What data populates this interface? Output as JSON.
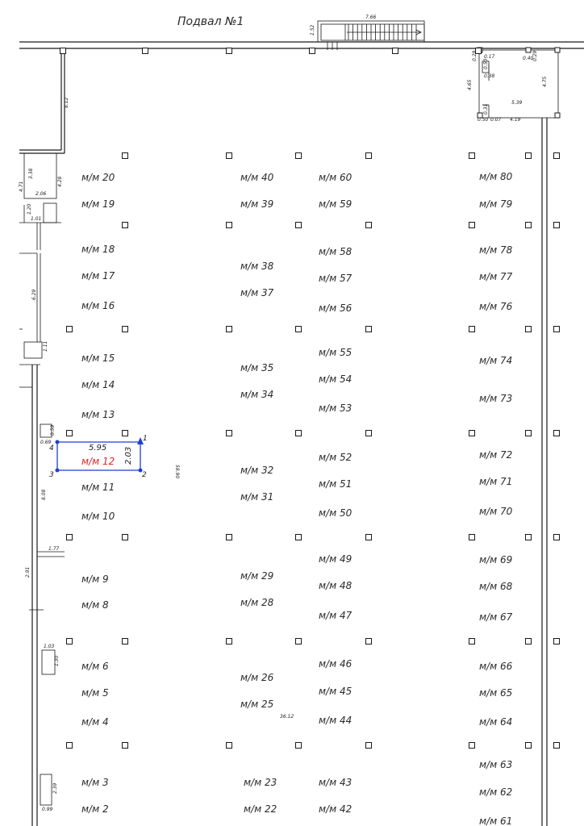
{
  "title": "Подвал №1",
  "spots": [
    {
      "id": "mm-20",
      "label": "м/м 20"
    },
    {
      "id": "mm-19",
      "label": "м/м 19"
    },
    {
      "id": "mm-18",
      "label": "м/м 18"
    },
    {
      "id": "mm-17",
      "label": "м/м 17"
    },
    {
      "id": "mm-16",
      "label": "м/м 16"
    },
    {
      "id": "mm-15",
      "label": "м/м 15"
    },
    {
      "id": "mm-14",
      "label": "м/м 14"
    },
    {
      "id": "mm-13",
      "label": "м/м 13"
    },
    {
      "id": "mm-12",
      "label": "м/м 12"
    },
    {
      "id": "mm-11",
      "label": "м/м 11"
    },
    {
      "id": "mm-10",
      "label": "м/м 10"
    },
    {
      "id": "mm-9",
      "label": "м/м 9"
    },
    {
      "id": "mm-8",
      "label": "м/м 8"
    },
    {
      "id": "mm-6",
      "label": "м/м 6"
    },
    {
      "id": "mm-5",
      "label": "м/м 5"
    },
    {
      "id": "mm-4",
      "label": "м/м 4"
    },
    {
      "id": "mm-3",
      "label": "м/м 3"
    },
    {
      "id": "mm-2",
      "label": "м/м 2"
    },
    {
      "id": "mm-40",
      "label": "м/м 40"
    },
    {
      "id": "mm-39",
      "label": "м/м 39"
    },
    {
      "id": "mm-38",
      "label": "м/м 38"
    },
    {
      "id": "mm-37",
      "label": "м/м 37"
    },
    {
      "id": "mm-35",
      "label": "м/м 35"
    },
    {
      "id": "mm-34",
      "label": "м/м 34"
    },
    {
      "id": "mm-32",
      "label": "м/м 32"
    },
    {
      "id": "mm-31",
      "label": "м/м 31"
    },
    {
      "id": "mm-29",
      "label": "м/м 29"
    },
    {
      "id": "mm-28",
      "label": "м/м 28"
    },
    {
      "id": "mm-26",
      "label": "м/м 26"
    },
    {
      "id": "mm-25",
      "label": "м/м 25"
    },
    {
      "id": "mm-23",
      "label": "м/м 23"
    },
    {
      "id": "mm-22",
      "label": "м/м 22"
    },
    {
      "id": "mm-60",
      "label": "м/м 60"
    },
    {
      "id": "mm-59",
      "label": "м/м 59"
    },
    {
      "id": "mm-58",
      "label": "м/м 58"
    },
    {
      "id": "mm-57",
      "label": "м/м 57"
    },
    {
      "id": "mm-56",
      "label": "м/м 56"
    },
    {
      "id": "mm-55",
      "label": "м/м 55"
    },
    {
      "id": "mm-54",
      "label": "м/м 54"
    },
    {
      "id": "mm-53",
      "label": "м/м 53"
    },
    {
      "id": "mm-52",
      "label": "м/м 52"
    },
    {
      "id": "mm-51",
      "label": "м/м 51"
    },
    {
      "id": "mm-50",
      "label": "м/м 50"
    },
    {
      "id": "mm-49",
      "label": "м/м 49"
    },
    {
      "id": "mm-48",
      "label": "м/м 48"
    },
    {
      "id": "mm-47",
      "label": "м/м 47"
    },
    {
      "id": "mm-46",
      "label": "м/м 46"
    },
    {
      "id": "mm-45",
      "label": "м/м 45"
    },
    {
      "id": "mm-44",
      "label": "м/м 44"
    },
    {
      "id": "mm-43",
      "label": "м/м 43"
    },
    {
      "id": "mm-42",
      "label": "м/м 42"
    },
    {
      "id": "mm-80",
      "label": "м/м 80"
    },
    {
      "id": "mm-79",
      "label": "м/м 79"
    },
    {
      "id": "mm-78",
      "label": "м/м 78"
    },
    {
      "id": "mm-77",
      "label": "м/м 77"
    },
    {
      "id": "mm-76",
      "label": "м/м 76"
    },
    {
      "id": "mm-74",
      "label": "м/м 74"
    },
    {
      "id": "mm-73",
      "label": "м/м 73"
    },
    {
      "id": "mm-72",
      "label": "м/м 72"
    },
    {
      "id": "mm-71",
      "label": "м/м 71"
    },
    {
      "id": "mm-70",
      "label": "м/м 70"
    },
    {
      "id": "mm-69",
      "label": "м/м 69"
    },
    {
      "id": "mm-68",
      "label": "м/м 68"
    },
    {
      "id": "mm-67",
      "label": "м/м 67"
    },
    {
      "id": "mm-66",
      "label": "м/м 66"
    },
    {
      "id": "mm-65",
      "label": "м/м 65"
    },
    {
      "id": "mm-64",
      "label": "м/м 64"
    },
    {
      "id": "mm-63",
      "label": "м/м 63"
    },
    {
      "id": "mm-62",
      "label": "м/м 62"
    },
    {
      "id": "mm-61",
      "label": "м/м 61"
    }
  ],
  "selected_spot": {
    "label": "м/м 12",
    "length": "5.95",
    "width": "2.03",
    "vertices": [
      "1",
      "2",
      "3",
      "4"
    ],
    "color": "#1f3fd1",
    "label_color": "#e0262a"
  },
  "dimensions": {
    "stair_width": "7.66",
    "stair_depth": "1.52",
    "room_a": "0.29",
    "room_b": "0.17",
    "room_c": "0.50",
    "room_d": "0.38",
    "room_e": "0.40",
    "room_f": "0.29",
    "room_height_left": "4.65",
    "room_height_right": "4.75",
    "room_width": "5.39",
    "room_bottom": "4.19",
    "room_g": "0.31",
    "room_h": "0.50",
    "room_i": "0.07",
    "wall_height_top": "8.12",
    "stair_left_w": "2.06",
    "stair_left_h": "3.38",
    "stair_left_h2": "4.28",
    "stair_left_outer": "4.71",
    "stair_left_small": "1.20",
    "stair_left_small_w": "1.01",
    "wall_6": "6.29",
    "col_111": "1.11",
    "col_069": "0.69",
    "col_059": "0.59",
    "hall_length": "58.90",
    "wall_808": "8.08",
    "wall_177": "1.77",
    "wall_291": "2.91",
    "niche_w": "1.03",
    "niche_h": "1.30",
    "hall_width": "36.12",
    "bottom_239": "2.39",
    "bottom_099": "0.99"
  },
  "colors": {
    "line": "#1a1a1a",
    "selection": "#1f3fd1",
    "selected_label": "#e0262a"
  }
}
